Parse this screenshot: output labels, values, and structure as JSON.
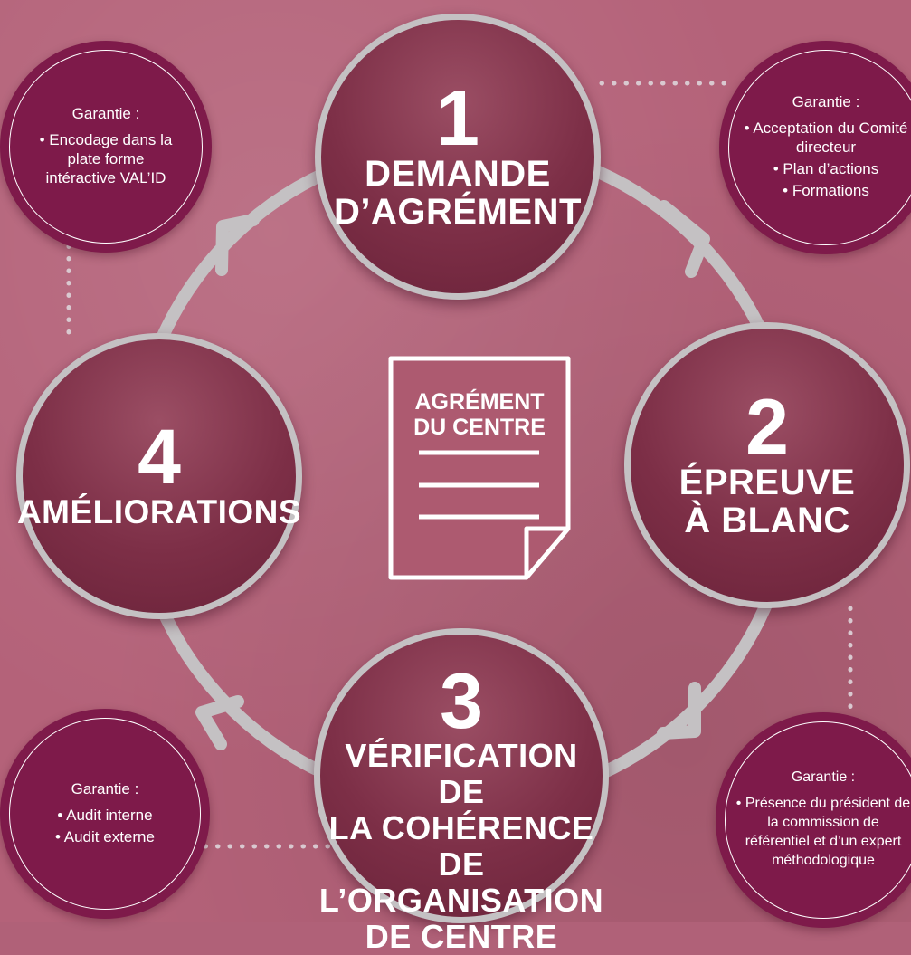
{
  "center": {
    "title_line1": "AGRÉMENT",
    "title_line2": "DU CENTRE"
  },
  "steps": [
    {
      "number": "1",
      "lines": [
        "DEMANDE",
        "D’AGRÉMENT"
      ]
    },
    {
      "number": "2",
      "lines": [
        "ÉPREUVE",
        "À BLANC"
      ]
    },
    {
      "number": "3",
      "lines": [
        "VÉRIFICATION DE",
        "LA COHÉRENCE DE",
        "L’ORGANISATION",
        "DE CENTRE"
      ]
    },
    {
      "number": "4",
      "lines": [
        "AMÉLIORATIONS"
      ]
    }
  ],
  "guarantees": [
    {
      "heading": "Garantie :",
      "items": [
        "• Encodage dans la plate forme intéractive VAL’ID"
      ]
    },
    {
      "heading": "Garantie :",
      "items": [
        "• Acceptation du Comité directeur",
        "• Plan d’actions",
        "• Formations"
      ]
    },
    {
      "heading": "Garantie :",
      "items": [
        "• Audit interne",
        "• Audit externe"
      ]
    },
    {
      "heading": "Garantie :",
      "items": [
        "• Présence du président de la commission de référentiel et d’un expert méthodologique"
      ]
    }
  ],
  "colors": {
    "background": "#b46279",
    "step_circle": "#7d2f47",
    "guarantee_circle": "#7e1a4a",
    "ring": "#c4c1c3",
    "dotted_line": "#d9c9d0"
  }
}
